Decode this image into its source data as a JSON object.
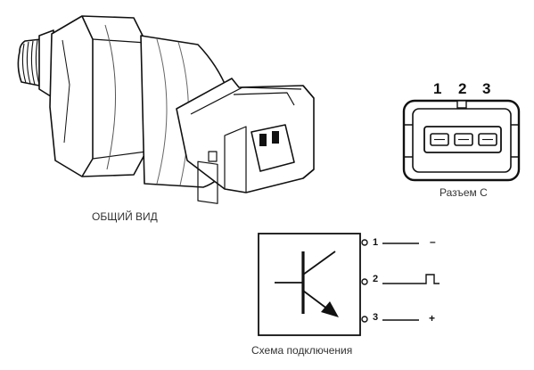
{
  "labels": {
    "general_view": "ОБЩИЙ ВИД",
    "connector": "Разъем С",
    "wiring_scheme": "Схема подключения"
  },
  "connector": {
    "pins": [
      "1",
      "2",
      "3"
    ]
  },
  "scheme": {
    "terminals": [
      {
        "number": "1",
        "signal": "–"
      },
      {
        "number": "2",
        "signal": "pulse"
      },
      {
        "number": "3",
        "signal": "+"
      }
    ]
  }
}
